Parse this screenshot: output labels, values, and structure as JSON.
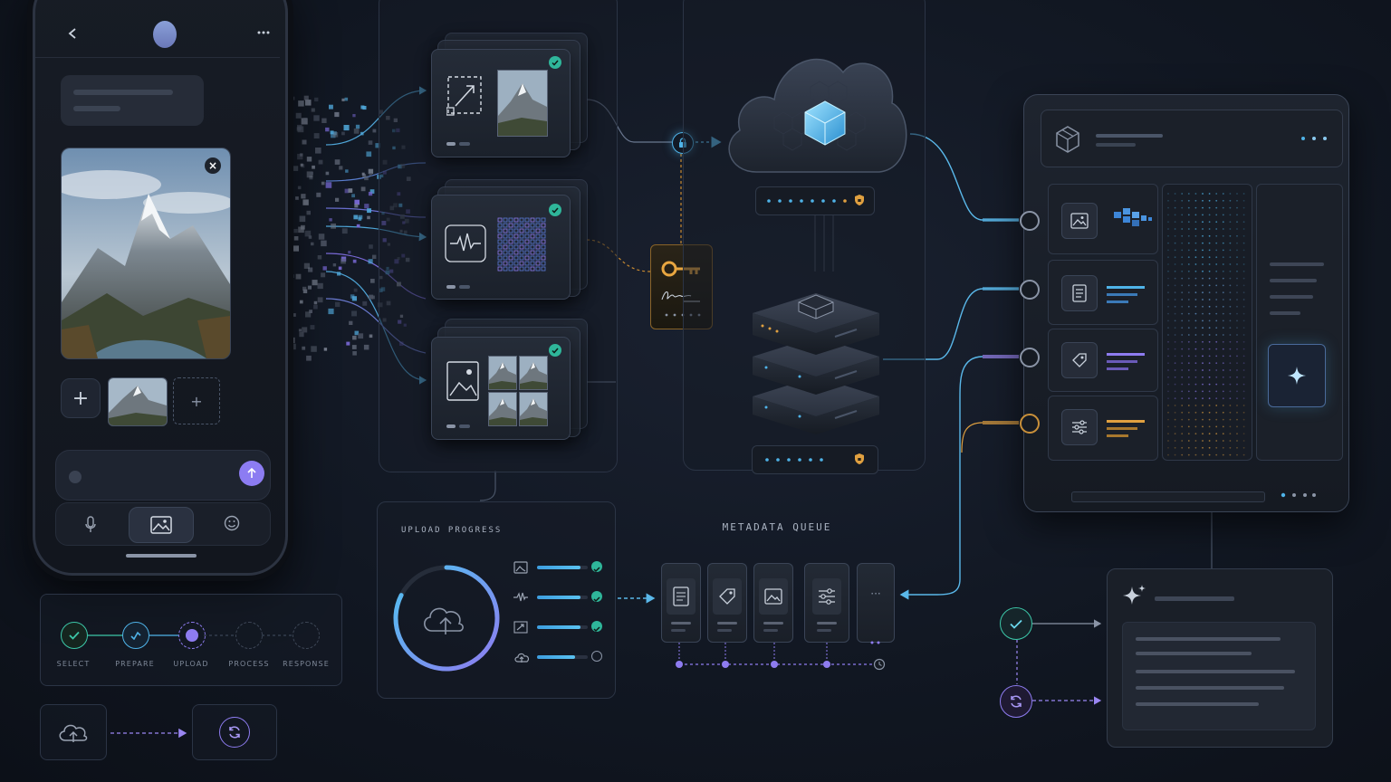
{
  "stages": {
    "upload_progress_title": "UPLOAD PROGRESS",
    "metadata_queue_title": "METADATA QUEUE"
  },
  "stepper": {
    "steps": [
      "SELECT",
      "PREPARE",
      "UPLOAD",
      "PROCESS",
      "RESPONSE"
    ]
  },
  "phone": {
    "remove_glyph": "×",
    "add_glyph": "+"
  },
  "upload_rows": [
    {
      "icon": "image-icon",
      "progress": 0.85,
      "done": true
    },
    {
      "icon": "waveform-icon",
      "progress": 0.85,
      "done": true
    },
    {
      "icon": "resize-icon",
      "progress": 0.85,
      "done": true
    },
    {
      "icon": "cloud-upload-icon",
      "progress": 0.75,
      "done": false
    }
  ],
  "queue_items": [
    "document-icon",
    "tag-icon",
    "image-icon",
    "sliders-icon",
    "more-icon"
  ],
  "queue_more_glyph": "···",
  "colors": {
    "accent_blue": "#4fb3e8",
    "accent_purple": "#8e7cf0",
    "accent_orange": "#e0a040",
    "accent_teal": "#3cc7a8"
  }
}
